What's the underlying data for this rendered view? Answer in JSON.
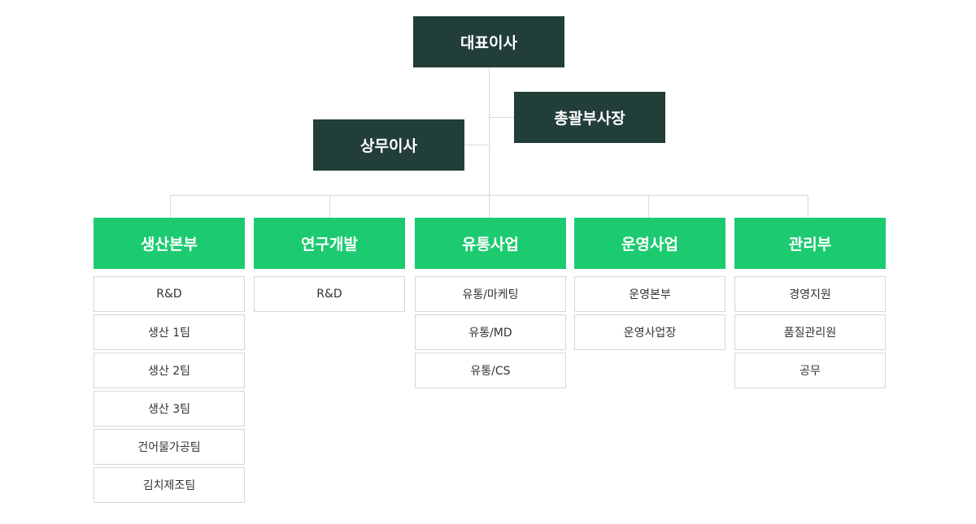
{
  "executives": {
    "ceo": "대표이사",
    "vice_president": "총괄부사장",
    "managing_director": "상무이사"
  },
  "colors": {
    "executive_box": "#213e39",
    "department_box": "#1ccb70",
    "connector_line": "#d9d9d9",
    "team_border": "#d6d6d6"
  },
  "departments": [
    {
      "name": "생산본부",
      "teams": [
        "R&D",
        "생산 1팀",
        "생산 2팀",
        "생산 3팀",
        "건어물가공팀",
        "김치제조팀"
      ]
    },
    {
      "name": "연구개발",
      "teams": [
        "R&D"
      ]
    },
    {
      "name": "유통사업",
      "teams": [
        "유통/마케팅",
        "유통/MD",
        "유통/CS"
      ]
    },
    {
      "name": "운영사업",
      "teams": [
        "운영본부",
        "운영사업장"
      ]
    },
    {
      "name": "관리부",
      "teams": [
        "경영지원",
        "품질관리원",
        "공무"
      ]
    }
  ]
}
